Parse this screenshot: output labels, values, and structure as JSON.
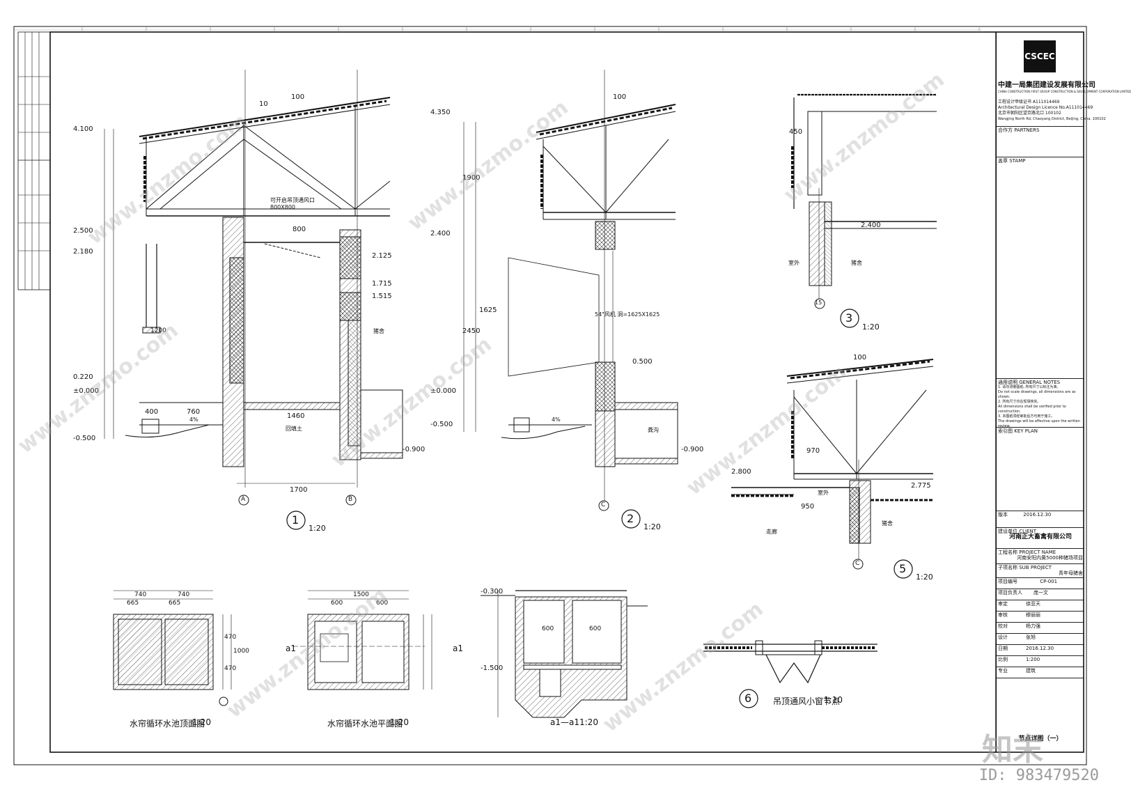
{
  "company": {
    "name_cn": "中建一局集团建设发展有限公司",
    "name_en": "CHINA CONSTRUCTION FIRST GROUP CONSTRUCTION & DEVELOPMENT CORPORATION LIMITED",
    "license_cn": "工程设计甲级证书 A111014469",
    "license_en": "Architectural Design Licence No.A111014469",
    "address": "北京市朝阳区望京路北口 100102",
    "address_en": "Wangjing North Rd, Chaoyang District, Beijing, China, 100102"
  },
  "titleblock": {
    "partners_label": "合作方 PARTNERS",
    "stamp_label": "盖章 STAMP",
    "notes_label": "通用说明 GENERAL NOTES",
    "notes": [
      "1. 请勿测量图纸, 所有尺寸以标注为准。",
      "Do not scale drawings, all dimensions are as shown.",
      "2. 所有尺寸均在现场核实。",
      "All dimensions shall be verified prior to construction.",
      "3. 本图纸须经审批后方可用于施工。",
      "The drawings will be effective upon the written review."
    ],
    "keyplan_label": "索引图 KEY PLAN",
    "version_label": "版本",
    "version_date": "2016.12.30",
    "client_label": "建设单位 CLIENT",
    "client": "河南正大畜禽有限公司",
    "project_label": "工程名称 PROJECT NAME",
    "project": "河南安阳内黄5000种猪场项目",
    "subproject_label": "子项名称 SUB PROJECT",
    "subproject": "青年母猪舍",
    "project_no_label": "项目编号",
    "project_no": "CP-001",
    "people": [
      {
        "role": "项目负责人",
        "name": "庞一文"
      },
      {
        "role": "审定",
        "name": "徐亚天"
      },
      {
        "role": "审核",
        "name": "穆丽丽"
      },
      {
        "role": "校对",
        "name": "杨力强"
      },
      {
        "role": "设计",
        "name": "张旭"
      }
    ],
    "date_label": "日期",
    "date": "2016.12.30",
    "scale_label": "比例",
    "scale": "1:200",
    "discipline_label": "专业",
    "discipline": "建筑",
    "sheet_title": "节点详图（一）"
  },
  "details": [
    {
      "num": "1",
      "scale": "1:20"
    },
    {
      "num": "2",
      "scale": "1:20"
    },
    {
      "num": "3",
      "scale": "1:20"
    },
    {
      "num": "5",
      "scale": "1:20"
    },
    {
      "num": "6",
      "title": "吊顶通风小窗节点",
      "scale": "1:10"
    }
  ],
  "bottom_titles": [
    {
      "title": "水帘循环水池顶面图",
      "scale": "1:20"
    },
    {
      "title": "水帘循环水池平面图",
      "scale": "1:20"
    },
    {
      "title": "a1—a1",
      "scale": "1:20"
    }
  ],
  "elevations": {
    "e1": "4.100",
    "e2": "2.500",
    "e3": "2.180",
    "e4": "0.220",
    "e5": "±0.000",
    "e6": "-0.500",
    "e7": "4.350",
    "e8": "2.400",
    "e9": "-0.900",
    "e10": "2.125",
    "e11": "1.715",
    "e12": "1.515",
    "e13": "2.800",
    "e14": "2.775",
    "e15": "0.500",
    "e16": "-0.300",
    "e17": "-1.500"
  },
  "dims": {
    "d1700": "1700",
    "d1460": "1460",
    "d800": "800",
    "d100": "100",
    "d10": "10",
    "d400": "400",
    "d760": "760",
    "d1900": "1900",
    "d2450": "2450",
    "d1625": "1625",
    "d970": "970",
    "d950": "950",
    "d1500": "1500",
    "d740": "740",
    "d665": "665",
    "d600": "600",
    "d1000": "1000",
    "d470": "470",
    "d1200": "1200",
    "d450": "450"
  },
  "axes": {
    "a": "A",
    "b": "B",
    "c": "C",
    "c2": "C",
    "n15": "15"
  },
  "labels": {
    "window": "54\"风机 洞=1625X1625",
    "opening": "可开启吊顶通风口 800X800",
    "room": "猪舍",
    "outdoor": "室外",
    "pit": "粪沟",
    "fill": "回填土",
    "corridor": "走廊",
    "section_a1": "a1",
    "slope": "4%"
  },
  "watermark": "www.znzmo.com",
  "brand": "知末",
  "image_id": "ID: 983479520"
}
